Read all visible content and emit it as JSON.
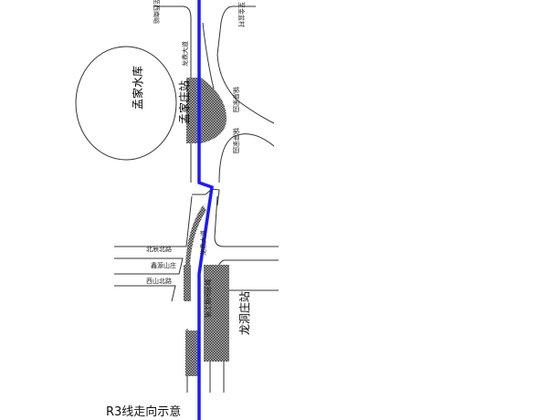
{
  "title": "R3线走向示意",
  "reservoir": "孟家水库",
  "stations": [
    "孟家庄站",
    "龙洞庄站"
  ],
  "roads": {
    "top_left": "至西南峪",
    "top_right": "至金盆村",
    "main": "龙鼎大道",
    "jinping_1": "锦屏家园",
    "jinping_2": "锦屏家园",
    "north_road": "北辰北路",
    "west_road": "西山北路",
    "xinyuan": "鑫源山庄",
    "construction": "施工期间区域"
  },
  "colors": {
    "route": "#1a1aff",
    "hatch": "#555555"
  }
}
